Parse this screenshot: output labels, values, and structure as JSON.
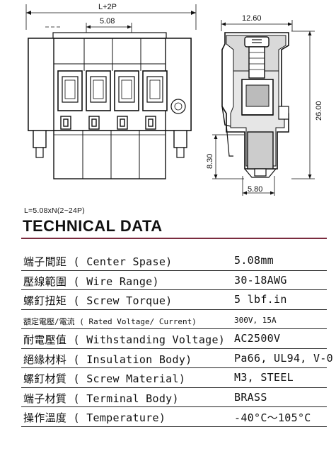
{
  "drawing": {
    "dim_total_width": "L+2P",
    "dim_pitch": "5.08",
    "dim_depth": "12.60",
    "dim_height": "26.00",
    "dim_pin_length": "8.30",
    "dim_pin_width": "5.80"
  },
  "formula": "L=5.08xN(2~24P)",
  "heading": "TECHNICAL DATA",
  "accent_color": "#7a2b3e",
  "specs": [
    {
      "label": "端子間距 ( Center Spase)",
      "value": "5.08mm"
    },
    {
      "label": "壓線範圍 ( Wire Range)",
      "value": "30-18AWG"
    },
    {
      "label": "螺釘扭矩 ( Screw Torque)",
      "value": "5 lbf.in"
    },
    {
      "label": "額定電壓/電流 ( Rated Voltage/ Current)",
      "value": "300V, 15A"
    },
    {
      "label": "耐電壓值 ( Withstanding Voltage)",
      "value": "AC2500V"
    },
    {
      "label": "絕緣材料 ( Insulation Body)",
      "value": "Pa66, UL94, V-0"
    },
    {
      "label": "螺釘材質 ( Screw Material)",
      "value": "M3, STEEL"
    },
    {
      "label": "端子材質 ( Terminal Body)",
      "value": "BRASS"
    },
    {
      "label": "操作溫度 ( Temperature)",
      "value": "-40°C～105°C"
    }
  ]
}
